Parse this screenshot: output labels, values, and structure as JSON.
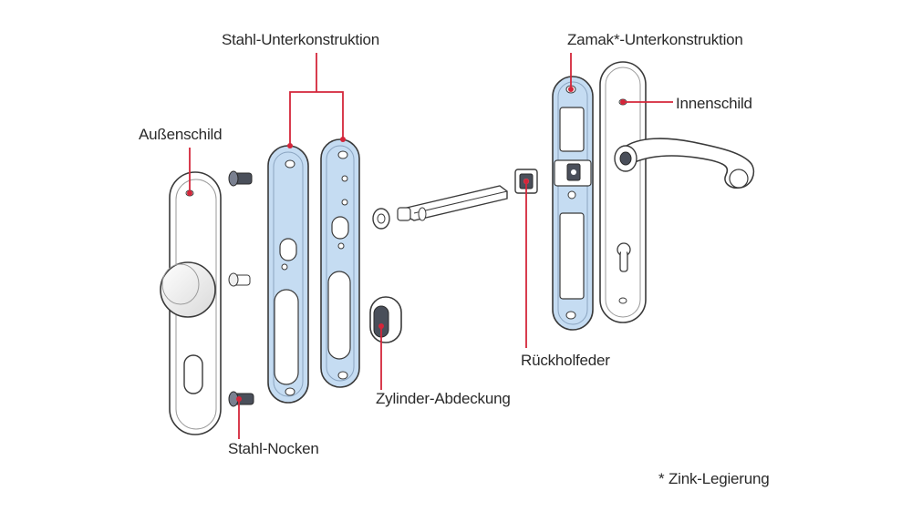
{
  "labels": {
    "stahl_unterkonstruktion": "Stahl-Unterkonstruktion",
    "aussenschild": "Außenschild",
    "zamak_unterkonstruktion": "Zamak*-Unterkonstruktion",
    "innenschild": "Innenschild",
    "rueckholfeder": "Rückholfeder",
    "zylinder_abdeckung": "Zylinder-Abdeckung",
    "stahl_nocken": "Stahl-Nocken",
    "footnote": "* Zink-Legierung"
  },
  "colors": {
    "leader_line": "#d4263a",
    "steel_plate": "#c5dcf2",
    "outline": "#3a3a3a",
    "part_fill": "#ffffff",
    "dark_part": "#4a4f5a"
  }
}
